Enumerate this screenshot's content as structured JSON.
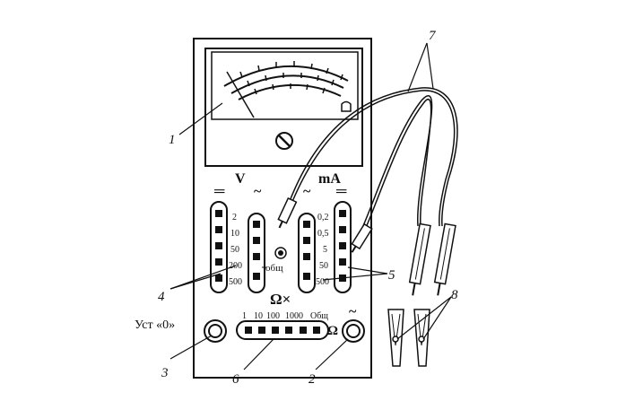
{
  "meter": {
    "dc_symbol": "═",
    "ac_symbol": "~",
    "volt_label": "V",
    "ma_label": "mA",
    "volt_ranges": [
      "2",
      "10",
      "50",
      "200",
      "500"
    ],
    "common_label": "общ",
    "ma_ranges": [
      "0,2",
      "0,5",
      "5",
      "50",
      "500"
    ],
    "ohm_label": "Ω×",
    "ohm_ranges": [
      "1",
      "10",
      "100",
      "1000",
      "Общ"
    ],
    "zero_adjust_label": "Уст «0»",
    "ohm_knob_label": "Ω",
    "ohm_ac_symbol": "~"
  },
  "callouts": [
    "1",
    "2",
    "3",
    "4",
    "5",
    "6",
    "7",
    "8"
  ]
}
